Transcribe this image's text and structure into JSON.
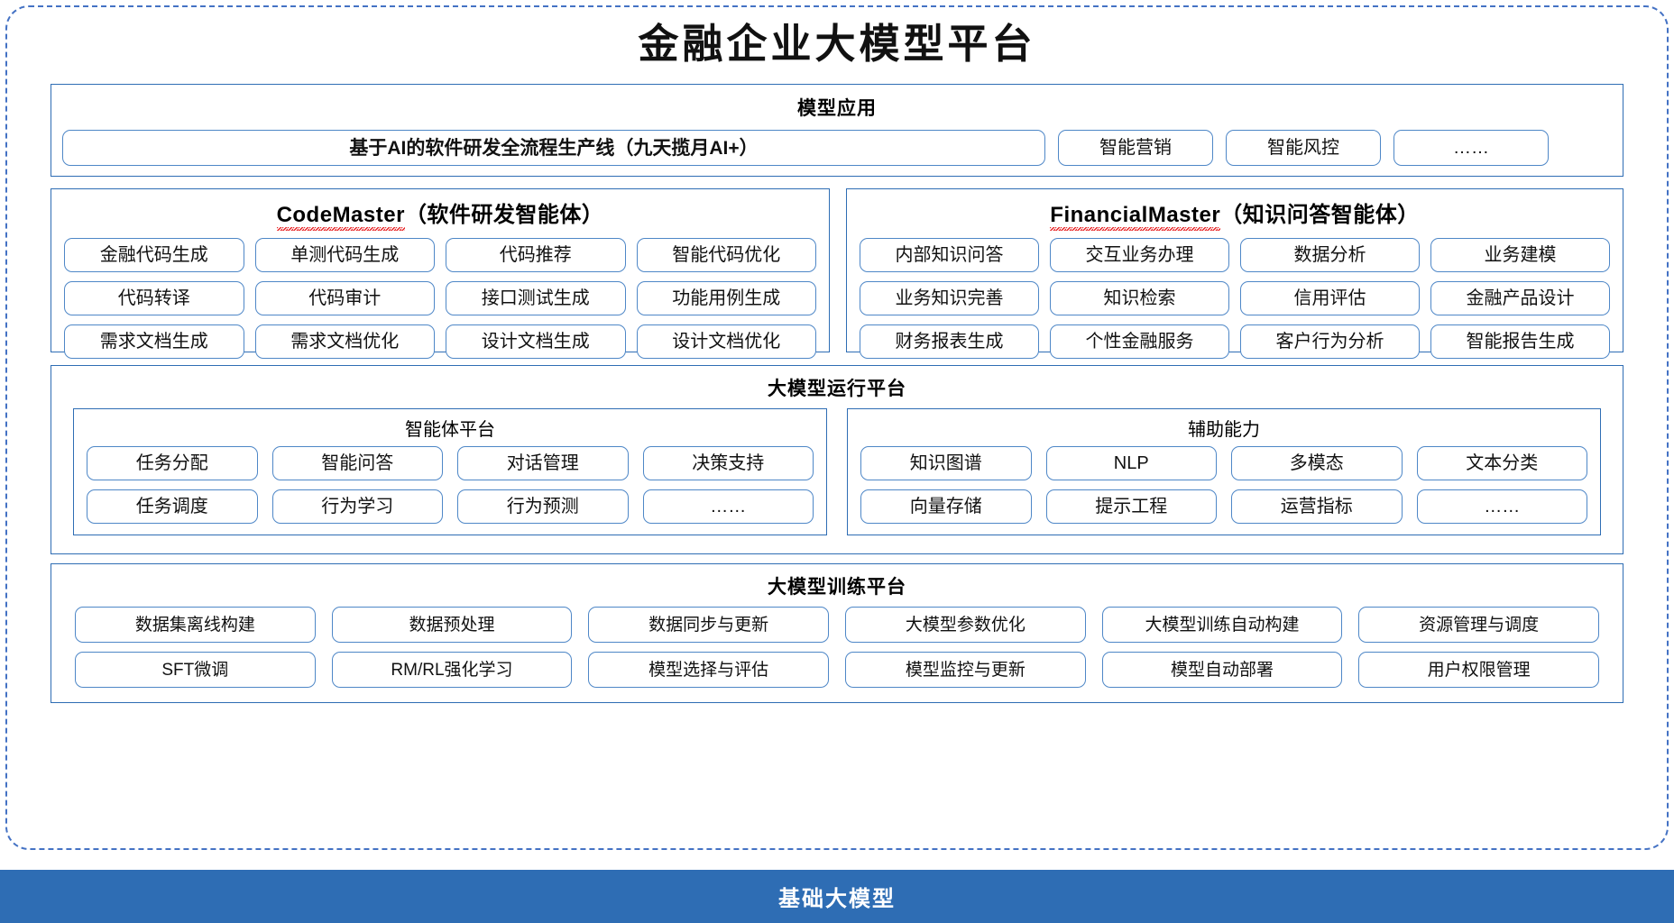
{
  "page": {
    "title": "金融企业大模型平台",
    "accent_color": "#2E6DB4",
    "chip_border_color": "#4E87C7",
    "frame_color": "#4472C4"
  },
  "model_application": {
    "section_title": "模型应用",
    "hero": "基于AI的软件研发全流程生产线（九天揽月AI+）",
    "items": [
      "智能营销",
      "智能风控",
      "……"
    ]
  },
  "agents": [
    {
      "name": "CodeMaster",
      "suffix": "（软件研发智能体）",
      "items": [
        "金融代码生成",
        "单测代码生成",
        "代码推荐",
        "智能代码优化",
        "代码转译",
        "代码审计",
        "接口测试生成",
        "功能用例生成",
        "需求文档生成",
        "需求文档优化",
        "设计文档生成",
        "设计文档优化"
      ]
    },
    {
      "name": "FinancialMaster",
      "suffix": "（知识问答智能体）",
      "items": [
        "内部知识问答",
        "交互业务办理",
        "数据分析",
        "业务建模",
        "业务知识完善",
        "知识检索",
        "信用评估",
        "金融产品设计",
        "财务报表生成",
        "个性金融服务",
        "客户行为分析",
        "智能报告生成"
      ]
    }
  ],
  "runtime_platform": {
    "section_title": "大模型运行平台",
    "sub_panels": [
      {
        "title": "智能体平台",
        "items": [
          "任务分配",
          "智能问答",
          "对话管理",
          "决策支持",
          "任务调度",
          "行为学习",
          "行为预测",
          "……"
        ]
      },
      {
        "title": "辅助能力",
        "items": [
          "知识图谱",
          "NLP",
          "多模态",
          "文本分类",
          "向量存储",
          "提示工程",
          "运营指标",
          "……"
        ]
      }
    ]
  },
  "training_platform": {
    "section_title": "大模型训练平台",
    "items": [
      "数据集离线构建",
      "数据预处理",
      "数据同步与更新",
      "大模型参数优化",
      "大模型训练自动构建",
      "资源管理与调度",
      "SFT微调",
      "RM/RL强化学习",
      "模型选择与评估",
      "模型监控与更新",
      "模型自动部署",
      "用户权限管理"
    ]
  },
  "foundation_banner": {
    "label": "基础大模型"
  }
}
